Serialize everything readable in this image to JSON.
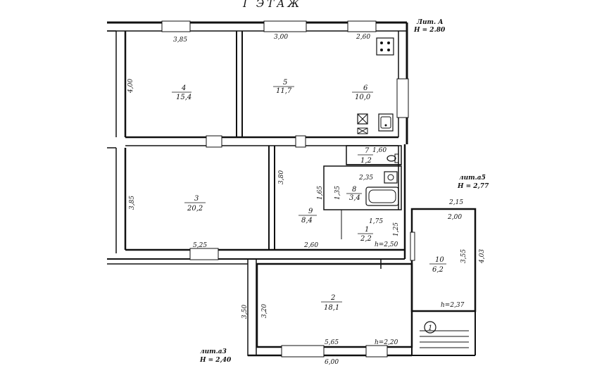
{
  "plan": {
    "title": "I ЭТАЖ",
    "letters": {
      "lit_a": "Лит. А",
      "h_a": "H = 2.80",
      "lit_a5": "лит.а5",
      "h_a5": "H = 2,77",
      "lit_a3": "лит.а3",
      "h_a3": "H = 2,40"
    },
    "rooms": {
      "r4": {
        "num": "4",
        "area": "15,4"
      },
      "r5": {
        "num": "5",
        "area": "11,7"
      },
      "r6": {
        "num": "6",
        "area": "10,0"
      },
      "r7": {
        "num": "7",
        "area": "1,2"
      },
      "r8": {
        "num": "8",
        "area": "3,4"
      },
      "r3": {
        "num": "3",
        "area": "20,2"
      },
      "r9": {
        "num": "9",
        "area": "8,4"
      },
      "r1": {
        "num": "1",
        "area": "2,2"
      },
      "r10": {
        "num": "10",
        "area": "6,2"
      },
      "r2": {
        "num": "2",
        "area": "18,1"
      }
    },
    "dims": {
      "d385a": "3,85",
      "d300": "3,00",
      "d260a": "2,60",
      "d400": "4,00",
      "d160": "1,60",
      "d235": "2,35",
      "d380": "3,80",
      "d165": "1,65",
      "d135": "1,35",
      "d385b": "3,85",
      "d175": "1,75",
      "d125": "1,25",
      "d525": "5,25",
      "d260b": "2,60",
      "h250": "h=2,50",
      "d215": "2,15",
      "d200": "2,00",
      "d355": "3,55",
      "d403": "4,03",
      "h237": "h=2,37",
      "d350": "3,50",
      "d320": "3,20",
      "d565": "5,65",
      "h220": "h=2,20",
      "d600": "6,00"
    },
    "marker": "1"
  }
}
